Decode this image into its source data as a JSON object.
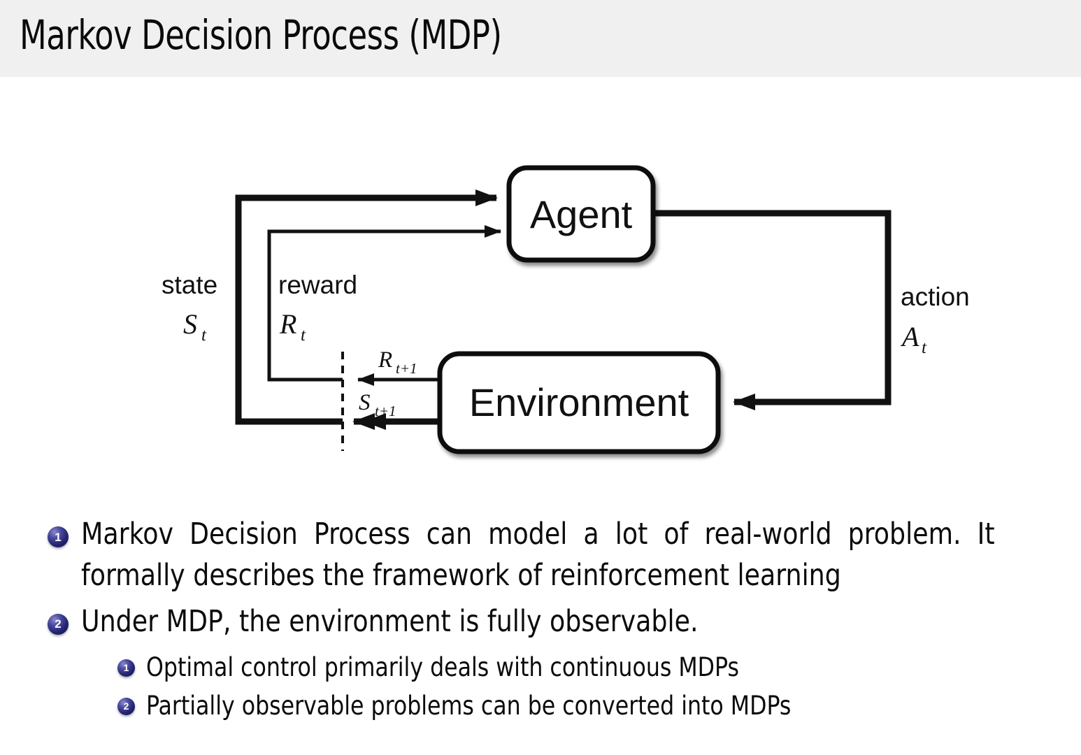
{
  "slide": {
    "title": "Markov Decision Process (MDP)",
    "header_bg": "#f0f0f0",
    "body_bg": "#ffffff",
    "text_color": "#0b0b0b",
    "bullet_color": "#232370"
  },
  "diagram": {
    "name": "agent-environment-interaction-loop",
    "nodes": {
      "agent": "Agent",
      "environment": "Environment"
    },
    "labels": {
      "state_word": "state",
      "state_symbol": "S",
      "state_subscript": "t",
      "reward_word": "reward",
      "reward_symbol": "R",
      "reward_subscript": "t",
      "action_word": "action",
      "action_symbol": "A",
      "action_subscript": "t",
      "reward_next_symbol": "R",
      "reward_next_subscript": "t+1",
      "state_next_symbol": "S",
      "state_next_subscript": "t+1"
    }
  },
  "bullets": [
    {
      "number": "1",
      "text": "Markov Decision Process can model a lot of real-world problem. It formally describes the framework of reinforcement learning"
    },
    {
      "number": "2",
      "text": "Under MDP, the environment is fully observable."
    }
  ],
  "sub_bullets": [
    {
      "number": "1",
      "text": "Optimal control primarily deals with continuous MDPs"
    },
    {
      "number": "2",
      "text": "Partially observable problems can be converted into MDPs"
    }
  ]
}
